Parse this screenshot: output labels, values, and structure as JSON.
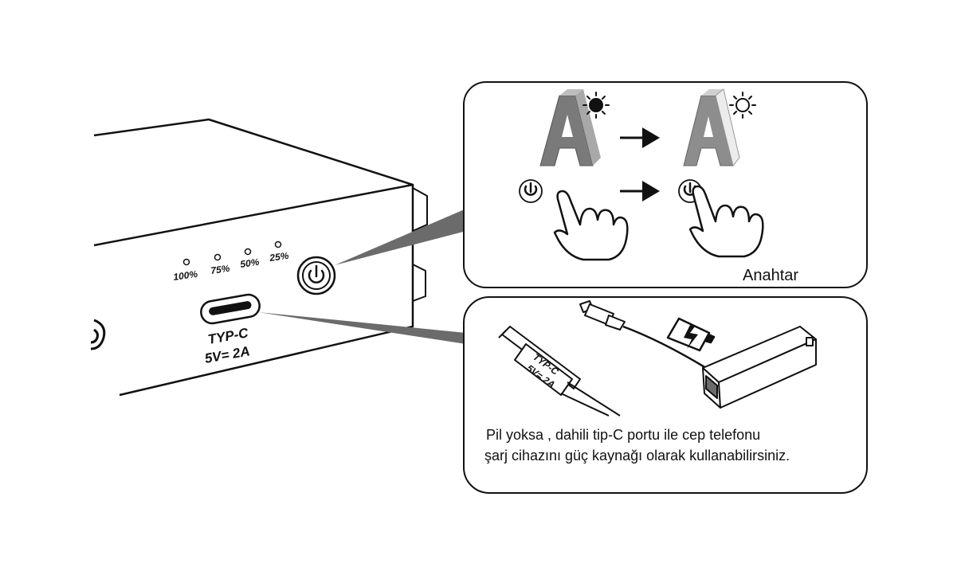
{
  "device": {
    "battery_levels": [
      "100%",
      "75%",
      "50%",
      "25%"
    ],
    "port_label": "TYP-C",
    "port_rating": "5V= 2A"
  },
  "callout_switch": {
    "label": "Anahtar"
  },
  "callout_usb": {
    "cable_label_line1": "TYP-C",
    "cable_label_line2": "5V= 2A",
    "description_line1": "Pil yoksa , dahili tip-C portu ile cep telefonu",
    "description_line2": "şarj cihazını güç kaynağı olarak kullanabilirsiniz."
  },
  "colors": {
    "outline": "#111111",
    "connector_gray": "#6b6b6b",
    "letter_gray": "#8a8a8a"
  }
}
